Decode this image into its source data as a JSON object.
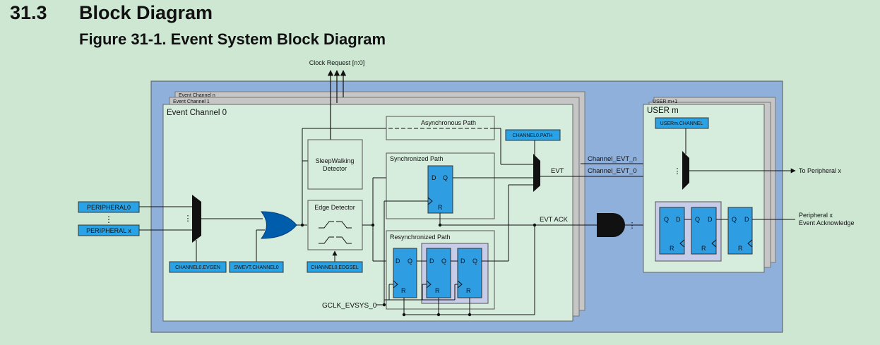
{
  "section": {
    "number": "31.3",
    "title": "Block Diagram"
  },
  "figure_title": "Figure 31-1.  Event System Block Diagram",
  "labels": {
    "clock_request": "Clock Request [n:0]",
    "event_channel_n": "Event Channel n",
    "event_channel_1": "Event Channel 1",
    "event_channel_0": "Event Channel 0",
    "async_path": "Asynchronous Path",
    "sync_path": "Synchronized Path",
    "resync_path": "Resynchronized Path",
    "channel0_path": "CHANNEL0.PATH",
    "sleepwalking_1": "SleepWalking",
    "sleepwalking_2": "Detector",
    "edge_detector": "Edge Detector",
    "peripheral0": "PERIPHERAL0",
    "peripheralx": "PERIPHERAL x",
    "channel0_evgen": "CHANNEL0.EVGEN",
    "swevt_channel0": "SWEVT.CHANNEL0",
    "channel0_edgsel": "CHANNEL0.EDGSEL",
    "evt": "EVT",
    "evt_ack": "EVT ACK",
    "gclk": "GCLK_EVSYS_0",
    "user_m1": "USER m+1",
    "user_m": "USER m",
    "userm_channel": "USERm.CHANNEL",
    "channel_evt_n": "Channel_EVT_n",
    "channel_evt_0": "Channel_EVT_0",
    "to_peripheral": "To Peripheral x",
    "periph_ack_1": "Peripheral x",
    "periph_ack_2": "Event Acknowledge",
    "ff_d": "D",
    "ff_q": "Q",
    "ff_r": "R",
    "dots": "⋮"
  },
  "colors": {
    "page_bg": "#cde7d3",
    "outer_frame": "#8fb0da",
    "panel": "#d6ecdc",
    "shadow_panel": "#c6c6c6",
    "register": "#29a3e6",
    "flipflop": "#2f9de2",
    "resync_highlight": "#c7cce8",
    "gate": "#111111"
  }
}
